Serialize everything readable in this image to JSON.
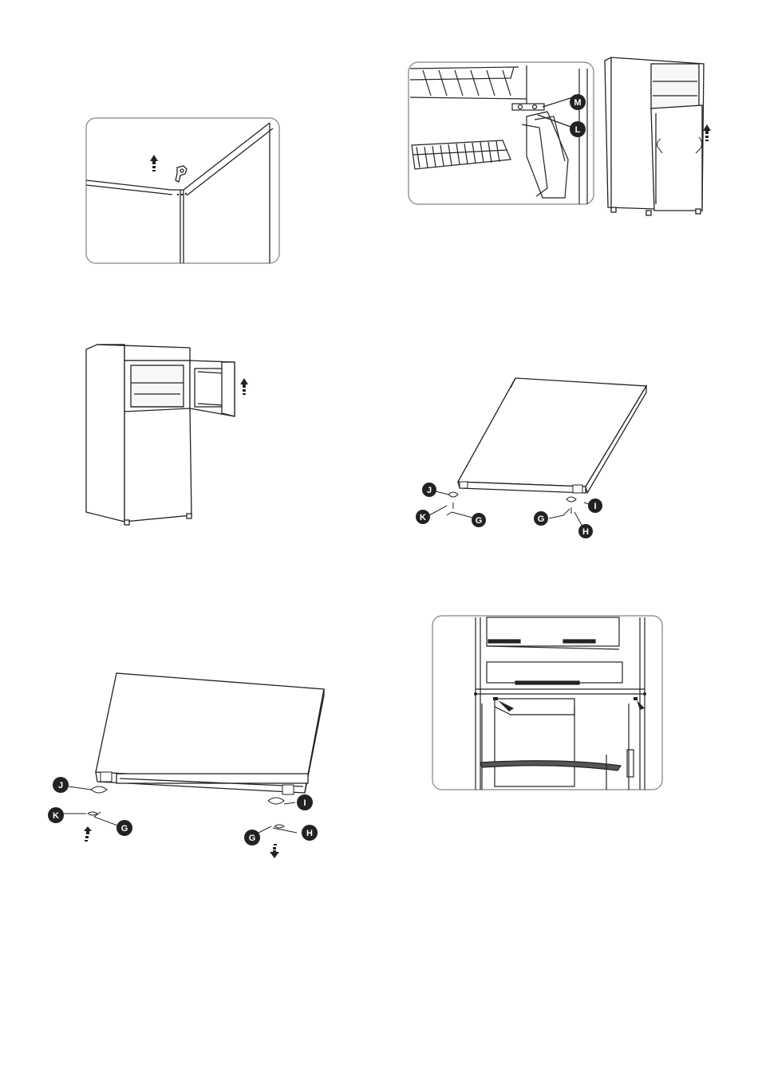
{
  "page": {
    "background": "#ffffff",
    "line_color": "#222222"
  },
  "figures": [
    {
      "id": "fig1",
      "subject": "top hinge cover removal",
      "icon": "arrow-up-icon"
    },
    {
      "id": "fig2",
      "subject": "remove upper door",
      "icon": "arrow-up-icon"
    },
    {
      "id": "fig3",
      "subject": "upper door hinge",
      "callouts": [
        "M",
        "L"
      ]
    },
    {
      "id": "fig4",
      "subject": "upper door bottom hinge",
      "callouts": [
        "J",
        "K",
        "G",
        "G",
        "I",
        "H"
      ]
    },
    {
      "id": "fig5",
      "subject": "lower door bottom hinge",
      "callouts": [
        "J",
        "K",
        "G",
        "I",
        "G",
        "H"
      ]
    },
    {
      "id": "fig6",
      "subject": "middle hinge holes"
    }
  ]
}
